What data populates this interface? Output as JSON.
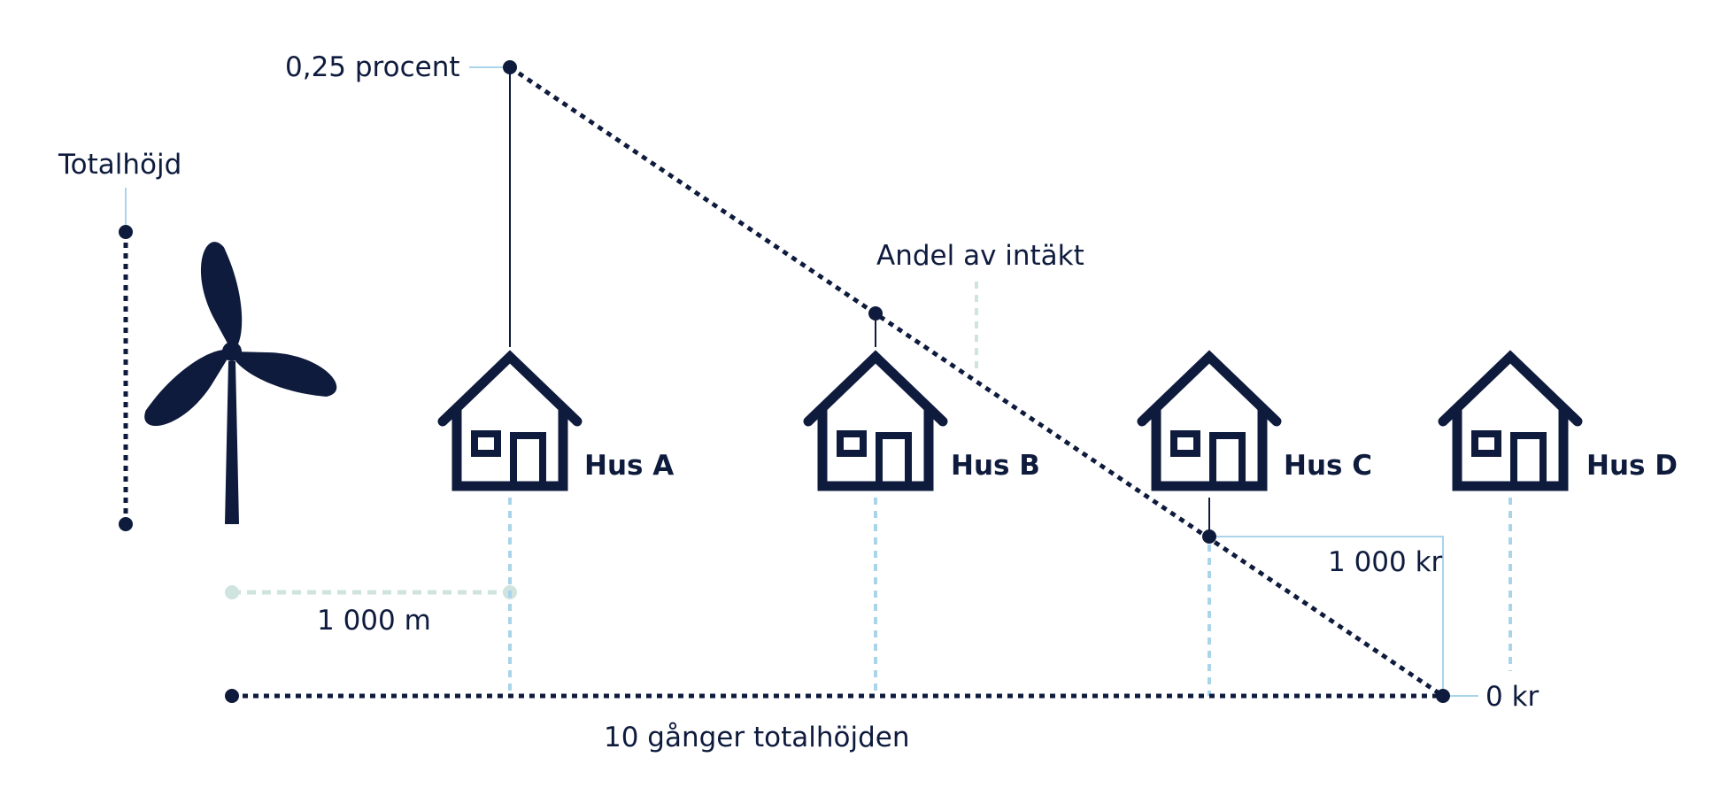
{
  "colors": {
    "navy": "#0e1b3d",
    "light_blue": "#a9d4ea",
    "pale_teal": "#cfe3df"
  },
  "labels": {
    "total_height": "Totalhöjd",
    "max_percent": "0,25 procent",
    "share_of_income": "Andel av intäkt",
    "distance_1000m": "1 000 m",
    "amount_1000kr": "1 000 kr",
    "amount_0kr": "0 kr",
    "ten_times_height": "10 gånger totalhöjden"
  },
  "houses": [
    {
      "label": "Hus A",
      "icon": "house-icon"
    },
    {
      "label": "Hus B",
      "icon": "house-icon"
    },
    {
      "label": "Hus C",
      "icon": "house-icon"
    },
    {
      "label": "Hus D",
      "icon": "house-icon"
    }
  ],
  "turbine": {
    "icon": "wind-turbine-icon"
  }
}
